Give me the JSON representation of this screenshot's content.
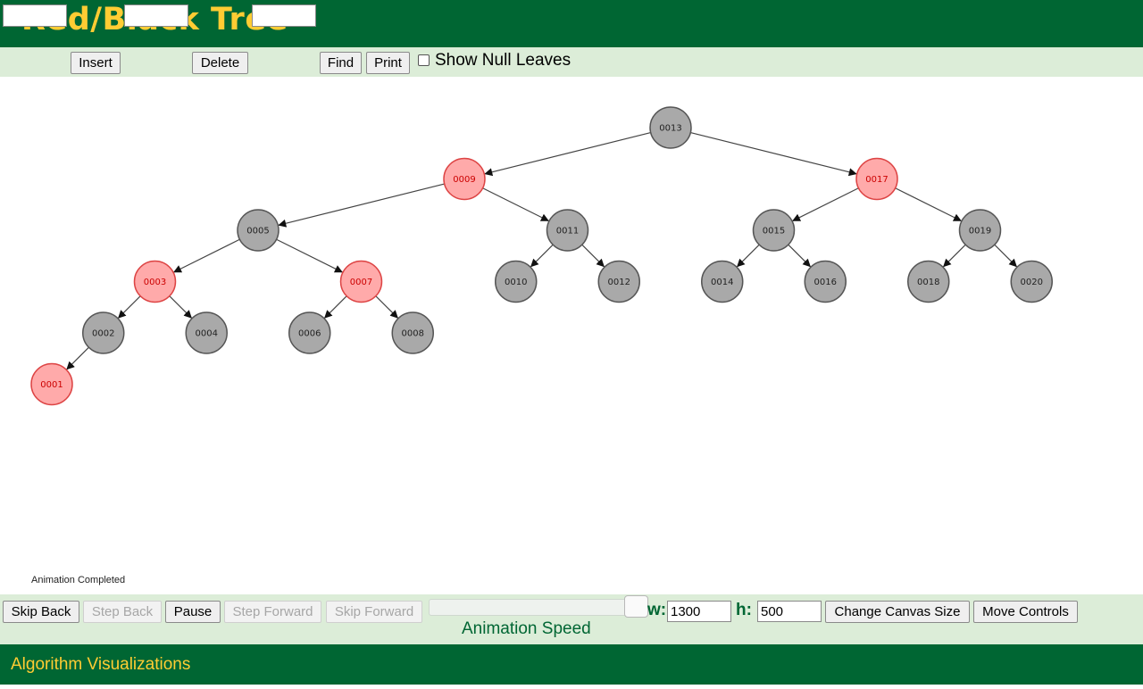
{
  "header": {
    "title": "Red/Black Tree"
  },
  "toolbar": {
    "insert_value": "",
    "insert_label": "Insert",
    "delete_value": "",
    "delete_label": "Delete",
    "find_value": "",
    "find_label": "Find",
    "print_label": "Print",
    "show_null_leaves_label": "Show Null Leaves",
    "show_null_leaves_checked": false
  },
  "tree": {
    "nodes": [
      {
        "key": "0013",
        "color": "black",
        "parent": null
      },
      {
        "key": "0009",
        "color": "red",
        "parent": "0013"
      },
      {
        "key": "0017",
        "color": "red",
        "parent": "0013"
      },
      {
        "key": "0005",
        "color": "black",
        "parent": "0009"
      },
      {
        "key": "0011",
        "color": "black",
        "parent": "0009"
      },
      {
        "key": "0015",
        "color": "black",
        "parent": "0017"
      },
      {
        "key": "0019",
        "color": "black",
        "parent": "0017"
      },
      {
        "key": "0003",
        "color": "red",
        "parent": "0005"
      },
      {
        "key": "0007",
        "color": "red",
        "parent": "0005"
      },
      {
        "key": "0010",
        "color": "black",
        "parent": "0011"
      },
      {
        "key": "0012",
        "color": "black",
        "parent": "0011"
      },
      {
        "key": "0014",
        "color": "black",
        "parent": "0015"
      },
      {
        "key": "0016",
        "color": "black",
        "parent": "0015"
      },
      {
        "key": "0018",
        "color": "black",
        "parent": "0019"
      },
      {
        "key": "0020",
        "color": "black",
        "parent": "0019"
      },
      {
        "key": "0002",
        "color": "black",
        "parent": "0003"
      },
      {
        "key": "0004",
        "color": "black",
        "parent": "0003"
      },
      {
        "key": "0006",
        "color": "black",
        "parent": "0007"
      },
      {
        "key": "0008",
        "color": "black",
        "parent": "0007"
      },
      {
        "key": "0001",
        "color": "red",
        "parent": "0002"
      }
    ],
    "colors": {
      "black_fill": "#a9a9a9",
      "black_stroke": "#555555",
      "black_text": "#222222",
      "red_fill": "#ffaaaa",
      "red_stroke": "#dd4444",
      "red_text": "#cc0000",
      "edge": "#444444"
    }
  },
  "status": {
    "message": "Animation Completed"
  },
  "controls": {
    "skip_back": "Skip Back",
    "step_back": "Step Back",
    "pause": "Pause",
    "step_forward": "Step Forward",
    "skip_forward": "Skip Forward",
    "speed_label": "Animation Speed",
    "width_label": "w:",
    "width_value": "1300",
    "height_label": "h:",
    "height_value": "500",
    "change_canvas": "Change Canvas Size",
    "move_controls": "Move Controls"
  },
  "footer": {
    "text": "Algorithm Visualizations"
  },
  "theme": {
    "green": "#006633",
    "gold": "#FFCC33",
    "bar_bg": "#dcedd8"
  }
}
